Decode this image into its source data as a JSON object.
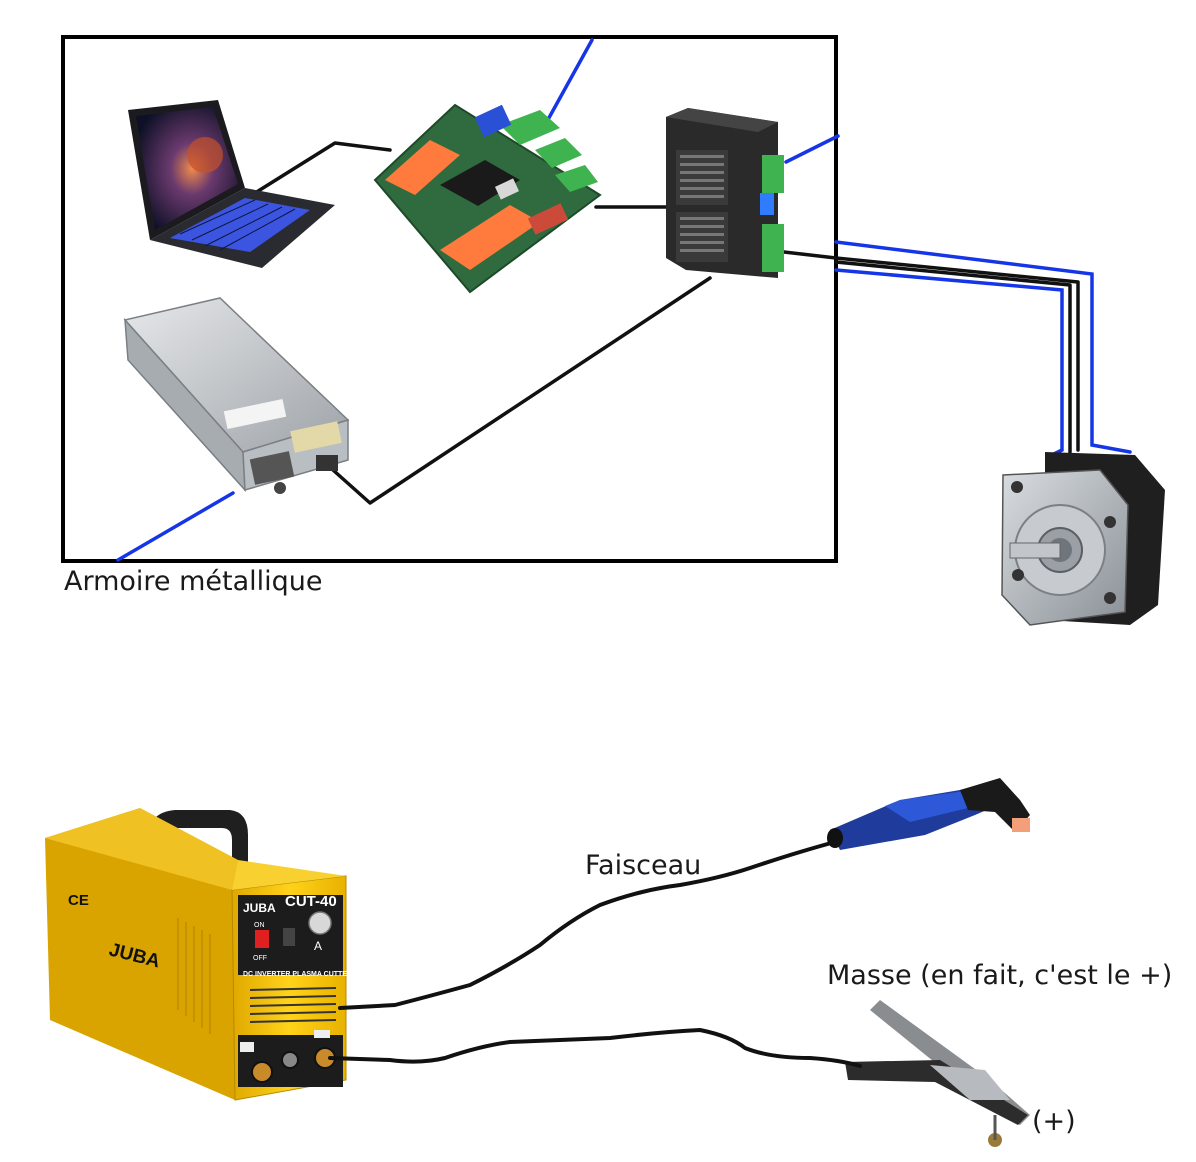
{
  "labels": {
    "cabinet": "Armoire métallique",
    "harness": "Faisceau",
    "ground": "Masse (en fait, c'est le +)",
    "plus": "(+)"
  },
  "plasma_cutter": {
    "brand": "JUBA",
    "model": "CUT-40",
    "subtitle": "DC INVERTER PLASMA CUTTER",
    "on": "ON",
    "off": "OFF",
    "unit": "A",
    "ce": "CE"
  },
  "colors": {
    "wire_blue": "#1536e6",
    "wire_black": "#111111",
    "cutter_yellow": "#f2c200",
    "board_green": "#2f6b3f",
    "terminal_orange": "#ff7a3d",
    "terminal_green": "#3fb34f",
    "driver_body": "#2a2a2a",
    "psu_silver": "#c9cdd1",
    "torch_blue": "#1f3b9c"
  },
  "icons": {
    "laptop": "laptop-icon",
    "controller_board": "controller-board-icon",
    "stepper_driver": "stepper-driver-icon",
    "power_supply": "power-supply-icon",
    "stepper_motor": "stepper-motor-icon",
    "plasma_cutter": "plasma-cutter-icon",
    "torch": "plasma-torch-icon",
    "ground_clamp": "ground-clamp-icon"
  }
}
